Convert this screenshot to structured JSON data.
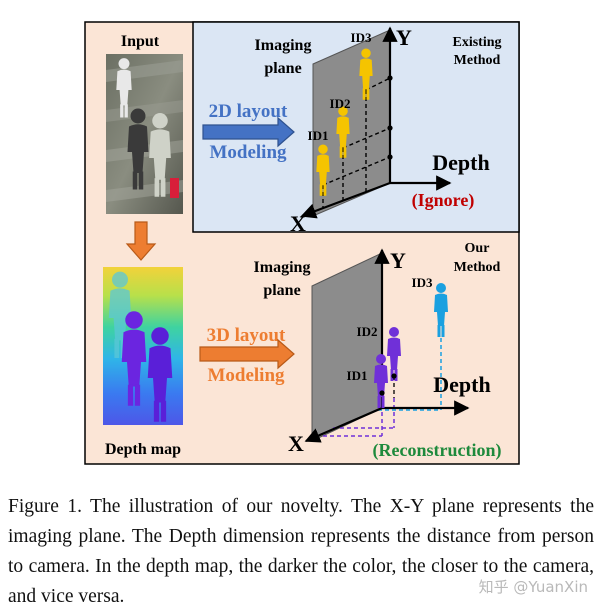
{
  "figure": {
    "left_panel": {
      "input_label": "Input",
      "depth_map_label": "Depth map"
    },
    "top_panel": {
      "imaging_plane_label": [
        "Imaging",
        "plane"
      ],
      "layout_label": [
        "2D layout",
        "Modeling"
      ],
      "method_label": [
        "Existing",
        "Method"
      ],
      "axis_x": "X",
      "axis_y": "Y",
      "axis_depth": "Depth",
      "note": "(Ignore)",
      "ids": [
        "ID1",
        "ID2",
        "ID3"
      ]
    },
    "bottom_panel": {
      "imaging_plane_label": [
        "Imaging",
        "plane"
      ],
      "layout_label": [
        "3D layout",
        "Modeling"
      ],
      "method_label": [
        "Our",
        "Method"
      ],
      "axis_x": "X",
      "axis_y": "Y",
      "axis_depth": "Depth",
      "note": "(Reconstruction)",
      "ids": [
        "ID1",
        "ID2",
        "ID3"
      ]
    },
    "colors": {
      "panel_peach": "#fbe5d6",
      "panel_blue": "#dbe6f4",
      "arrow_blue": "#4472c4",
      "arrow_orange": "#ed7d31",
      "person_yellow": "#f5c400",
      "person_purple": "#7030d8",
      "person_cyan": "#1aa0e0",
      "note_red": "#c00000",
      "note_green": "#1e8a3c",
      "plane_gray": "#8c8c8c"
    }
  },
  "caption": {
    "text": "Figure 1. The illustration of our novelty. The X-Y plane represents the imaging plane. The Depth dimension represents the distance from person to camera. In the depth map, the darker the color, the closer to the camera, and vice versa."
  },
  "watermark": "知乎 @YuanXin"
}
